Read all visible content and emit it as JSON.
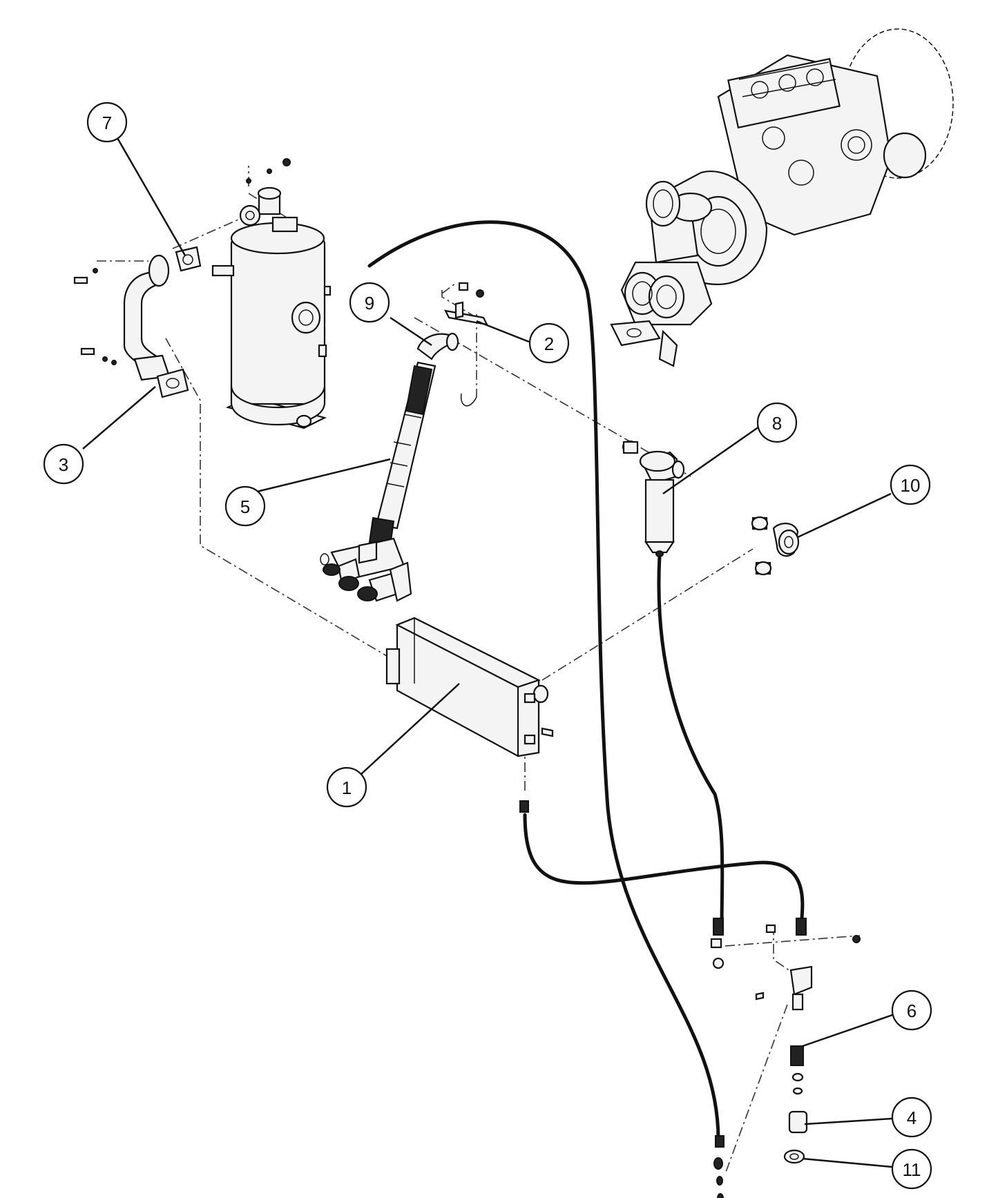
{
  "callouts": [
    {
      "label": "1"
    },
    {
      "label": "2"
    },
    {
      "label": "3"
    },
    {
      "label": "4"
    },
    {
      "label": "5"
    },
    {
      "label": "6"
    },
    {
      "label": "7"
    },
    {
      "label": "8"
    },
    {
      "label": "9"
    },
    {
      "label": "10"
    },
    {
      "label": "11"
    }
  ],
  "colors": {
    "line": "#111111",
    "background": "#ffffff"
  }
}
